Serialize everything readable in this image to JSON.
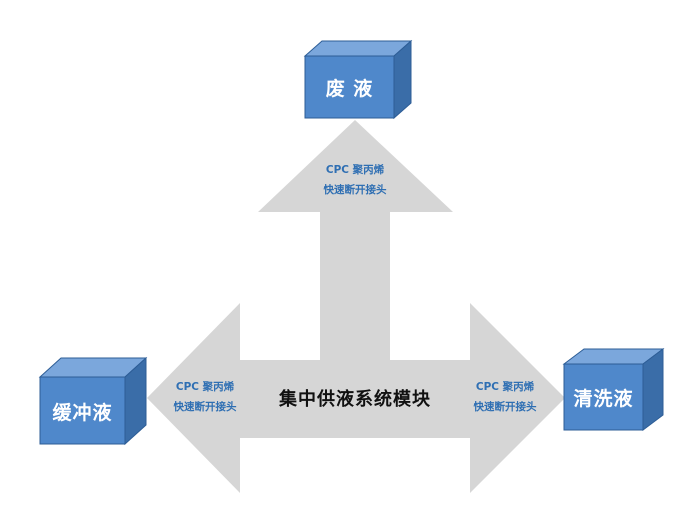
{
  "colors": {
    "box_front": "#4f88cb",
    "box_top": "#7ba7dc",
    "box_side": "#3a6da8",
    "box_edge": "#2d5d96",
    "arrow_fill": "#d6d6d6",
    "label_blue": "#2f6fb3"
  },
  "center": {
    "title": "集中供液系统模块"
  },
  "nodes": {
    "top": {
      "label": "废 液"
    },
    "left": {
      "label": "缓冲液"
    },
    "right": {
      "label": "清洗液"
    }
  },
  "connectors": {
    "top": {
      "line1": "CPC 聚丙烯",
      "line2": "快速断开接头"
    },
    "left": {
      "line1": "CPC 聚丙烯",
      "line2": "快速断开接头"
    },
    "right": {
      "line1": "CPC 聚丙烯",
      "line2": "快速断开接头"
    }
  }
}
